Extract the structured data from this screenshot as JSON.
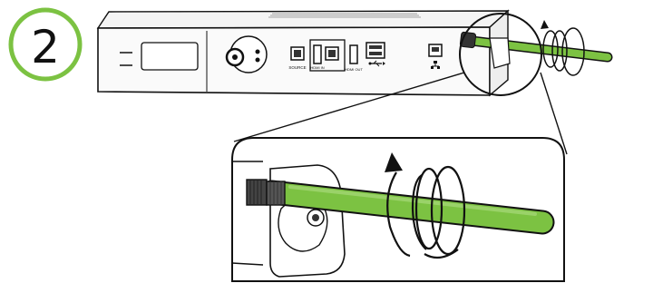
{
  "step": {
    "number": "2"
  },
  "device": {
    "port_labels": {
      "source": "SOURCE",
      "hdmi_in": "HDMI IN",
      "hdmi_out": "HDMI OUT"
    }
  },
  "colors": {
    "accent_green": "#7cc242",
    "outline": "#111111",
    "device_fill": "#fafafa",
    "thread_gray": "#555555"
  }
}
